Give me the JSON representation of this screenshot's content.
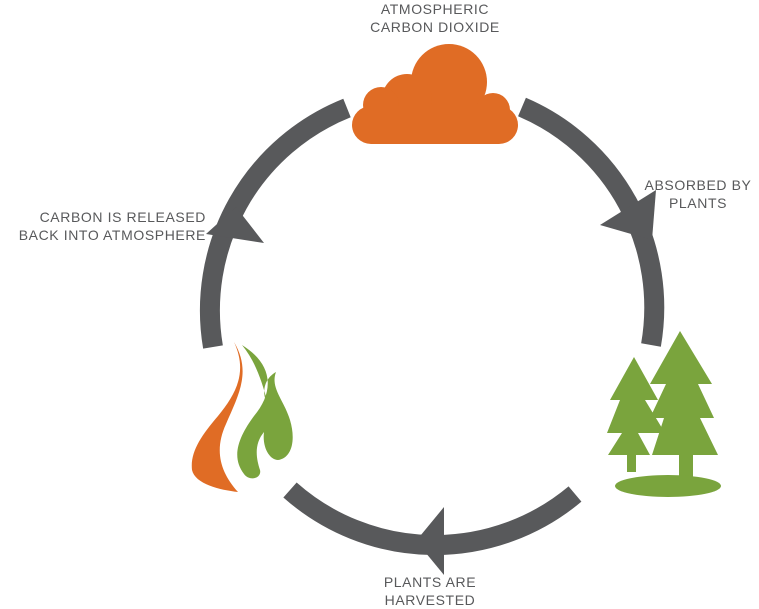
{
  "labels": {
    "atmospheric": [
      "ATMOSPHERIC",
      "CARBON DIOXIDE"
    ],
    "absorbed": [
      "ABSORBED BY",
      "PLANTS"
    ],
    "harvested": [
      "PLANTS ARE",
      "HARVESTED"
    ],
    "released": [
      "CARBON IS RELEASED",
      "BACK INTO ATMOSPHERE"
    ]
  },
  "icons": {
    "top": "cloud-icon",
    "right": "trees-icon",
    "left": "flame-icon"
  },
  "colors": {
    "arrow": "#58595b",
    "cloud": "#e06c25",
    "tree": "#7aa43d",
    "flame_orange": "#e06c25",
    "flame_green": "#7aa43d",
    "text": "#58595b"
  }
}
